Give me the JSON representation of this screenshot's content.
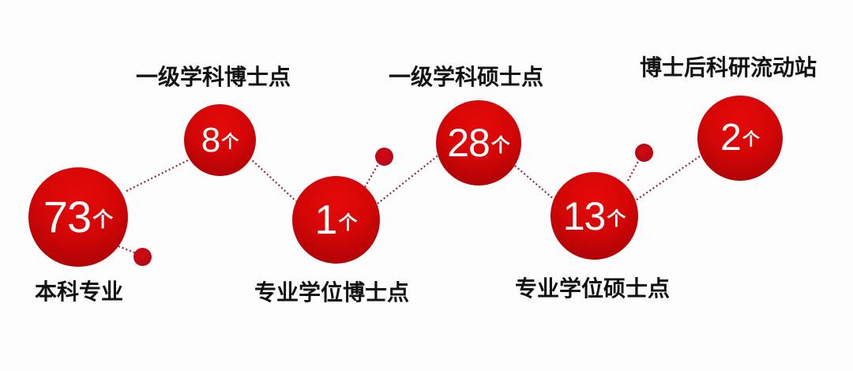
{
  "diagram": {
    "colors": {
      "node_red": "#d40606",
      "node_dark": "#9e0208",
      "dot": "#b00715",
      "connector": "#8a2b3a",
      "label": "#111111"
    },
    "nodes": [
      {
        "id": "undergrad",
        "value": "73",
        "unit": "个",
        "label": "本科专业"
      },
      {
        "id": "phd-first-level",
        "value": "8",
        "unit": "个",
        "label": "一级学科博士点"
      },
      {
        "id": "professional-phd",
        "value": "1",
        "unit": "个",
        "label": "专业学位博士点"
      },
      {
        "id": "masters-first-level",
        "value": "28",
        "unit": "个",
        "label": "一级学科硕士点"
      },
      {
        "id": "professional-masters",
        "value": "13",
        "unit": "个",
        "label": "专业学位硕士点"
      },
      {
        "id": "postdoc",
        "value": "2",
        "unit": "个",
        "label": "博士后科研流动站"
      }
    ]
  }
}
